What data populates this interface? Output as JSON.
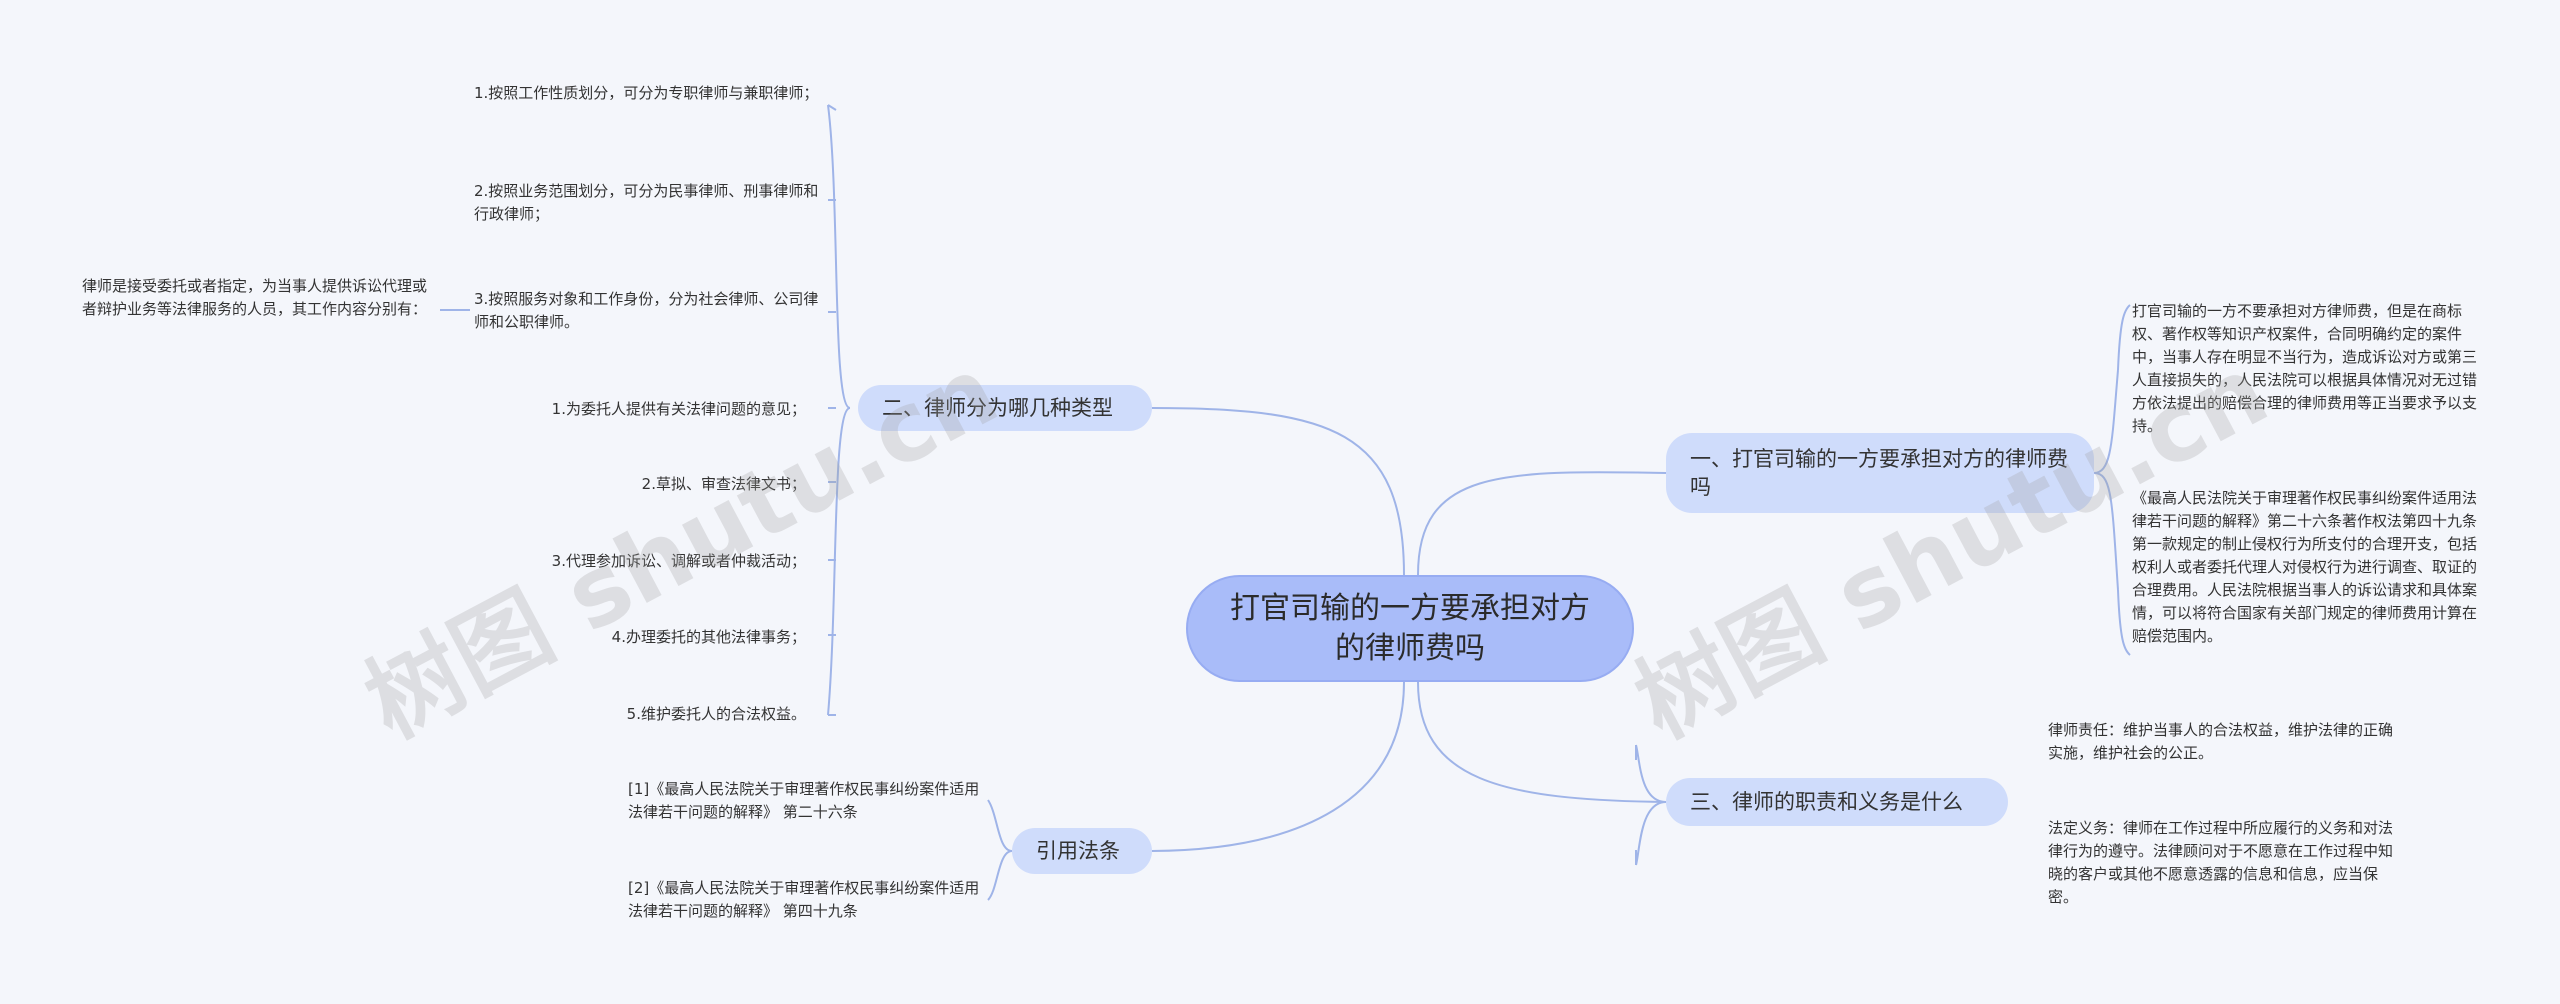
{
  "root": {
    "title": "打官司输的一方要承担对方的律师费吗"
  },
  "branches": {
    "b1": {
      "title": "一、打官司输的一方要承担对方的律师费吗",
      "leaves": [
        "打官司输的一方不要承担对方律师费，但是在商标权、著作权等知识产权案件，合同明确约定的案件中，当事人存在明显不当行为，造成诉讼对方或第三人直接损失的，人民法院可以根据具体情况对无过错方依法提出的赔偿合理的律师费用等正当要求予以支持。",
        "《最高人民法院关于审理著作权民事纠纷案件适用法律若干问题的解释》第二十六条著作权法第四十九条第一款规定的制止侵权行为所支付的合理开支，包括权利人或者委托代理人对侵权行为进行调查、取证的合理费用。人民法院根据当事人的诉讼请求和具体案情，可以将符合国家有关部门规定的律师费用计算在赔偿范围内。"
      ]
    },
    "b2": {
      "title": "二、律师分为哪几种类型",
      "intro": "律师是接受委托或者指定，为当事人提供诉讼代理或者辩护业务等法律服务的人员，其工作内容分别有：",
      "leaves": [
        "1.按照工作性质划分，可分为专职律师与兼职律师；",
        "2.按照业务范围划分，可分为民事律师、刑事律师和行政律师；",
        "3.按照服务对象和工作身份，分为社会律师、公司律师和公职律师。",
        "1.为委托人提供有关法律问题的意见；",
        "2.草拟、审查法律文书；",
        "3.代理参加诉讼、调解或者仲裁活动；",
        "4.办理委托的其他法律事务；",
        "5.维护委托人的合法权益。"
      ]
    },
    "b3": {
      "title": "三、律师的职责和义务是什么",
      "leaves": [
        "律师责任：维护当事人的合法权益，维护法律的正确实施，维护社会的公正。",
        "法定义务：律师在工作过程中所应履行的义务和对法律行为的遵守。法律顾问对于不愿意在工作过程中知晓的客户或其他不愿意透露的信息和信息，应当保密。"
      ]
    },
    "b4": {
      "title": "引用法条",
      "leaves": [
        "[1]《最高人民法院关于审理著作权民事纠纷案件适用法律若干问题的解释》 第二十六条",
        "[2]《最高人民法院关于审理著作权民事纠纷案件适用法律若干问题的解释》 第四十九条"
      ]
    }
  },
  "watermark": "树图 shutu.cn",
  "colors": {
    "line": "#9fb4e8",
    "root": "#a9bcf9",
    "branch": "#cfdcfb",
    "background": "#f4f6fb"
  }
}
